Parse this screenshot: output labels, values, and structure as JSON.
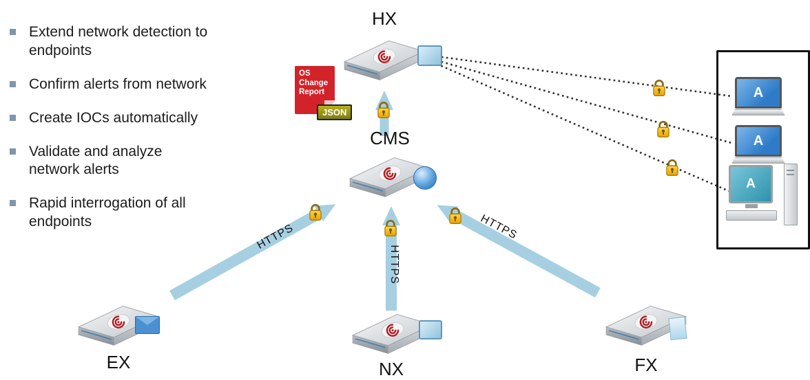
{
  "bullets": {
    "items": [
      "Extend network detection to\nendpoints",
      "Confirm alerts from network",
      "Create IOCs automatically",
      "Validate and analyze\nnetwork alerts",
      "Rapid interrogation of all\nendpoints"
    ]
  },
  "nodes": {
    "hx": {
      "label": "HX"
    },
    "cms": {
      "label": "CMS"
    },
    "ex": {
      "label": "EX"
    },
    "nx": {
      "label": "NX"
    },
    "fx": {
      "label": "FX"
    }
  },
  "report": {
    "lines": [
      "OS",
      "Change",
      "Report"
    ],
    "badge": "JSON"
  },
  "links": {
    "ex_to_cms": {
      "protocol": "HTTPS"
    },
    "nx_to_cms": {
      "protocol": "HTTPS"
    },
    "fx_to_cms": {
      "protocol": "HTTPS"
    }
  },
  "endpoints": {
    "laptop1": {
      "label": "A"
    },
    "laptop2": {
      "label": "A"
    },
    "desktop": {
      "label": "A"
    }
  },
  "colors": {
    "arrow_blue": "#a6cfe2",
    "lock_gold": "#f2b824",
    "report_red": "#d2232a",
    "badge_olive": "#8f8d15",
    "bullet_square": "#7e96ae",
    "logo_red": "#b01f24"
  }
}
